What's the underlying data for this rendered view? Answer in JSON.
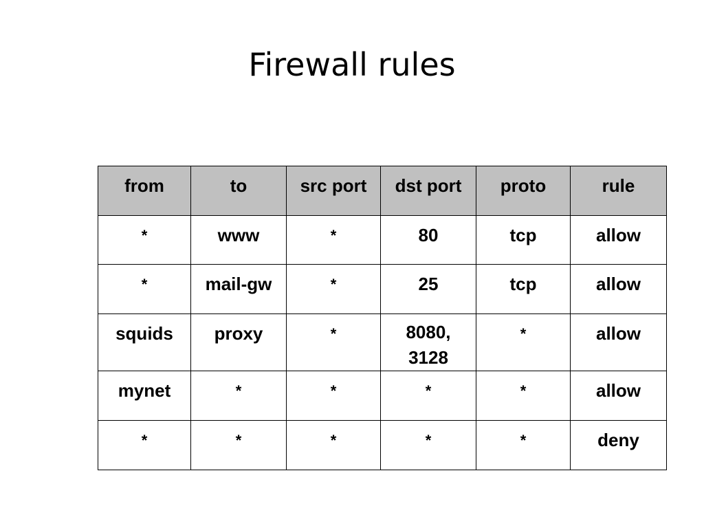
{
  "slide": {
    "title": "Firewall rules"
  },
  "table": {
    "columns": [
      "from",
      "to",
      "src port",
      "dst port",
      "proto",
      "rule"
    ],
    "rows": [
      [
        "*",
        "www",
        "*",
        "80",
        "tcp",
        "allow"
      ],
      [
        "*",
        "mail-gw",
        "*",
        "25",
        "tcp",
        "allow"
      ],
      [
        "squids",
        "proxy",
        "*",
        "8080,\n3128",
        "*",
        "allow"
      ],
      [
        "mynet",
        "*",
        "*",
        "*",
        "*",
        "allow"
      ],
      [
        "*",
        "*",
        "*",
        "*",
        "*",
        "deny"
      ]
    ],
    "header_background": "#c0c0c0",
    "border_color": "#000000"
  }
}
